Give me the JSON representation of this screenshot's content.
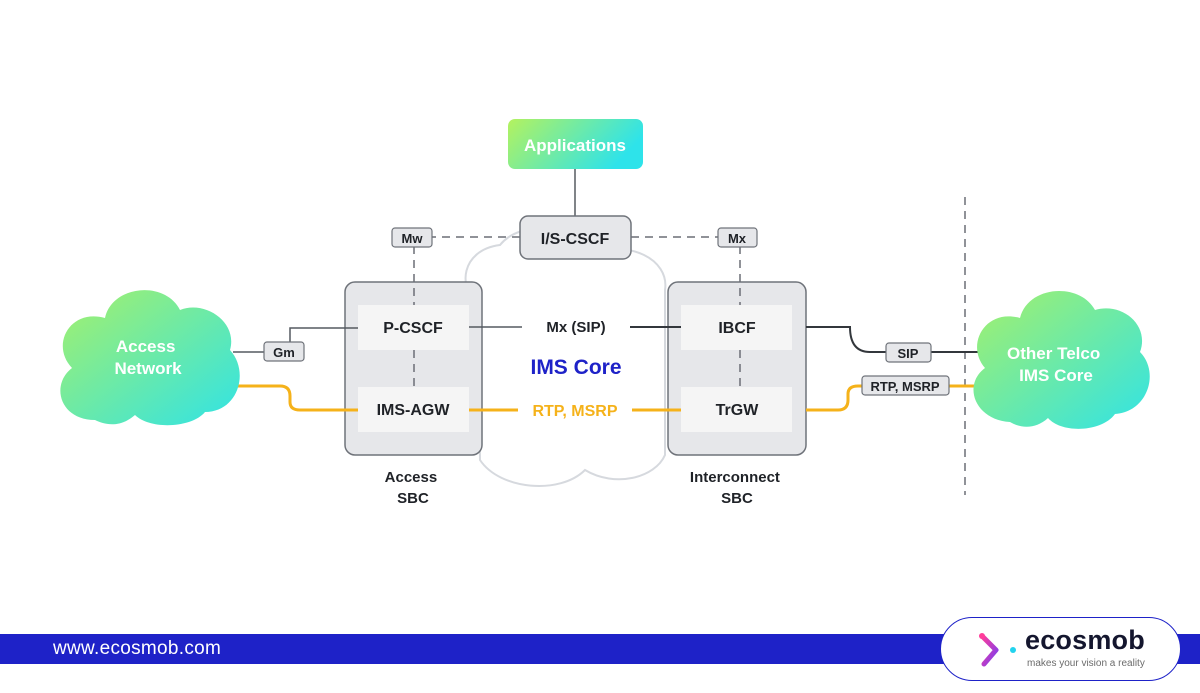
{
  "diagram": {
    "applications": "Applications",
    "is_cscf": "I/S-CSCF",
    "mw": "Mw",
    "mx_top": "Mx",
    "gm": "Gm",
    "p_cscf": "P-CSCF",
    "ims_agw": "IMS-AGW",
    "ibcf": "IBCF",
    "trgw": "TrGW",
    "mx_sip": "Mx (SIP)",
    "ims_core": "IMS Core",
    "rtp_msrp_center": "RTP, MSRP",
    "sip": "SIP",
    "rtp_msrp_right": "RTP, MSRP",
    "access_network": [
      "Access",
      "Network"
    ],
    "other_telco": [
      "Other Telco",
      "IMS Core"
    ],
    "access_sbc": [
      "Access",
      "SBC"
    ],
    "interconnect_sbc": [
      "Interconnect",
      "SBC"
    ]
  },
  "colors": {
    "media_line": "#f5b21a",
    "ims_core_text": "#1e22c8",
    "footer_bar": "#1e22c8",
    "box_fill": "#e6e7ea",
    "inner_fill": "#f5f5f5",
    "gradient_green": "#a8f06a",
    "gradient_cyan": "#33e6e6"
  },
  "footer": {
    "url": "www.ecosmob.com",
    "brand": "ecosmob",
    "tagline": "makes your vision a reality"
  }
}
